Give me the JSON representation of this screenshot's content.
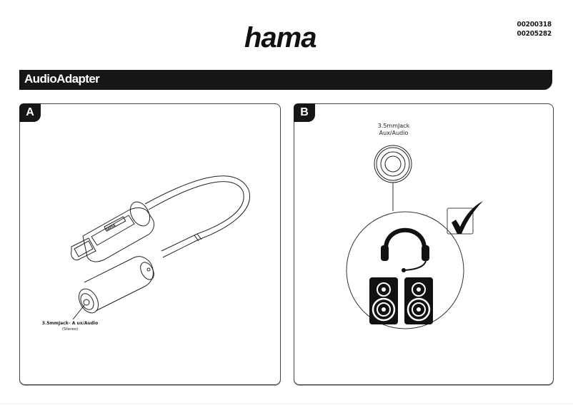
{
  "header": {
    "brand": "hama",
    "article_numbers": [
      "00200318",
      "00205282"
    ]
  },
  "title_bar": {
    "title": "AudioAdapter"
  },
  "panels": [
    {
      "tag": "A",
      "illustration": "usb-c-to-3.5mm-adapter-cable",
      "callout_label": "3.5mmJack– A ux/Audio",
      "callout_sublabel": "(Stereo)"
    },
    {
      "tag": "B",
      "jack_label_line1": "3.5mmJack",
      "jack_label_line2": "Aux/Audio",
      "icons": [
        "jack-icon",
        "headset-icon",
        "speaker-icon",
        "speaker-icon",
        "checkmark-icon"
      ]
    }
  ],
  "colors": {
    "primary": "#161616",
    "background": "#ffffff",
    "line": "#444444"
  }
}
